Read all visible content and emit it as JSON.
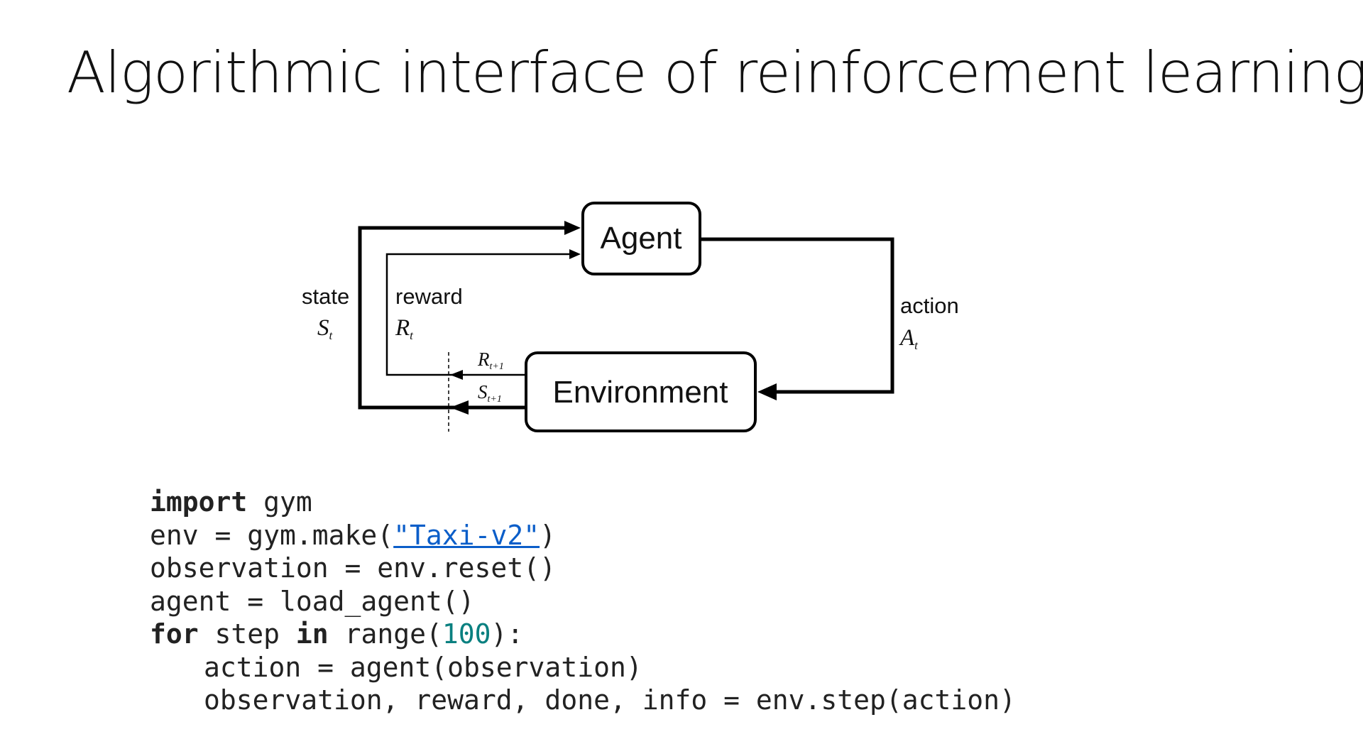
{
  "title": "Algorithmic interface of reinforcement learning",
  "diagram": {
    "agent_label": "Agent",
    "environment_label": "Environment",
    "state_label": "state",
    "state_symbol": "S",
    "state_sub": "t",
    "reward_label": "reward",
    "reward_symbol": "R",
    "reward_sub": "t",
    "action_label": "action",
    "action_symbol": "A",
    "action_sub": "t",
    "next_reward_symbol": "R",
    "next_reward_sub": "t+1",
    "next_state_symbol": "S",
    "next_state_sub": "t+1"
  },
  "code": {
    "line1": {
      "kw": "import",
      "rest": " gym"
    },
    "line2": {
      "pre": "env = gym.make(",
      "str": "\"Taxi-v2\"",
      "post": ")"
    },
    "line3": "observation = env.reset()",
    "line4": "agent = load_agent()",
    "line5": {
      "kw1": "for",
      "mid1": " step ",
      "kw2": "in",
      "mid2": " range(",
      "num": "100",
      "post": "):"
    },
    "line6": "action = agent(observation)",
    "line7": "observation, reward, done, info = env.step(action)"
  },
  "colors": {
    "string": "#0b5ec9",
    "number": "#0a8080",
    "text": "#222222"
  }
}
